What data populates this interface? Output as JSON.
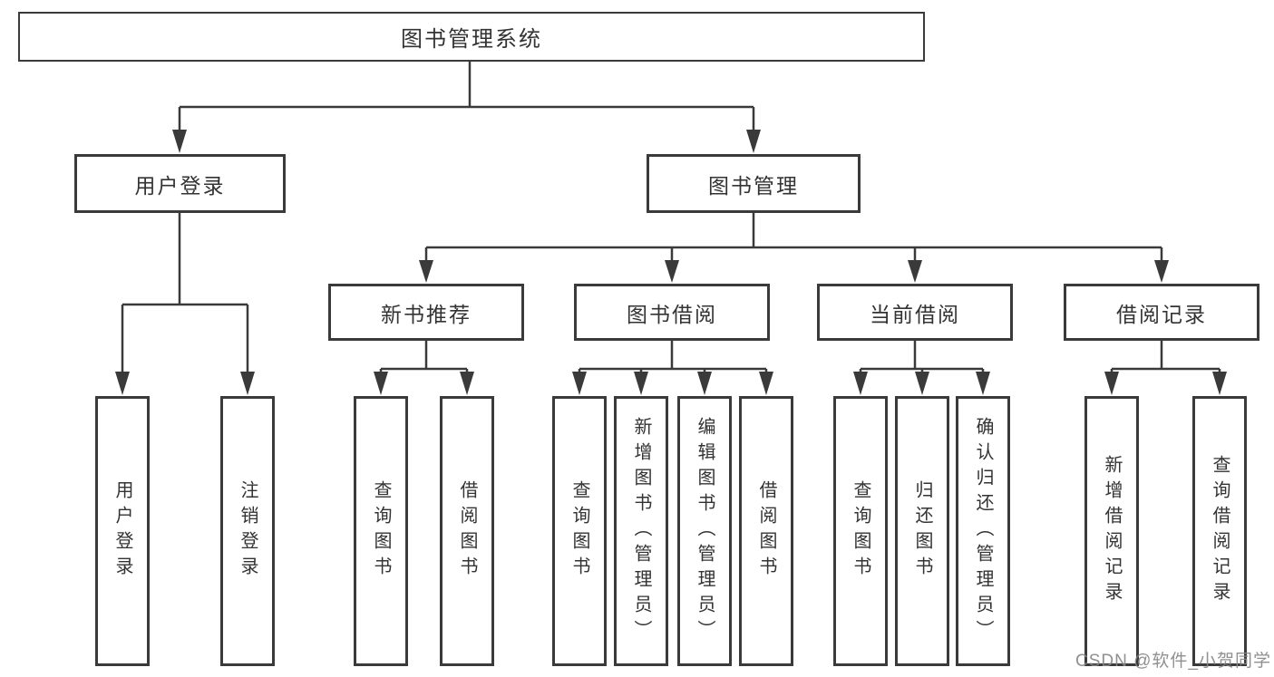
{
  "colors": {
    "line": "#3a3a3a",
    "text": "#333333",
    "box_background": "#ffffff",
    "page_background": "#ffffff",
    "watermark": "#878787"
  },
  "watermark": {
    "text": "CSDN @软件_小贺同学"
  },
  "tree": {
    "root": {
      "label": "图书管理系统"
    },
    "children": [
      {
        "label": "用户登录",
        "children": [
          {
            "label": "用户登录"
          },
          {
            "label": "注销登录"
          }
        ]
      },
      {
        "label": "图书管理",
        "children": [
          {
            "label": "新书推荐",
            "children": [
              {
                "label": "查询图书"
              },
              {
                "label": "借阅图书"
              }
            ]
          },
          {
            "label": "图书借阅",
            "children": [
              {
                "label": "查询图书"
              },
              {
                "label": "新增图书（管理员）"
              },
              {
                "label": "编辑图书（管理员）"
              },
              {
                "label": "借阅图书"
              }
            ]
          },
          {
            "label": "当前借阅",
            "children": [
              {
                "label": "查询图书"
              },
              {
                "label": "归还图书"
              },
              {
                "label": "确认归还（管理员）"
              }
            ]
          },
          {
            "label": "借阅记录",
            "children": [
              {
                "label": "新增借阅记录"
              },
              {
                "label": "查询借阅记录"
              }
            ]
          }
        ]
      }
    ]
  }
}
